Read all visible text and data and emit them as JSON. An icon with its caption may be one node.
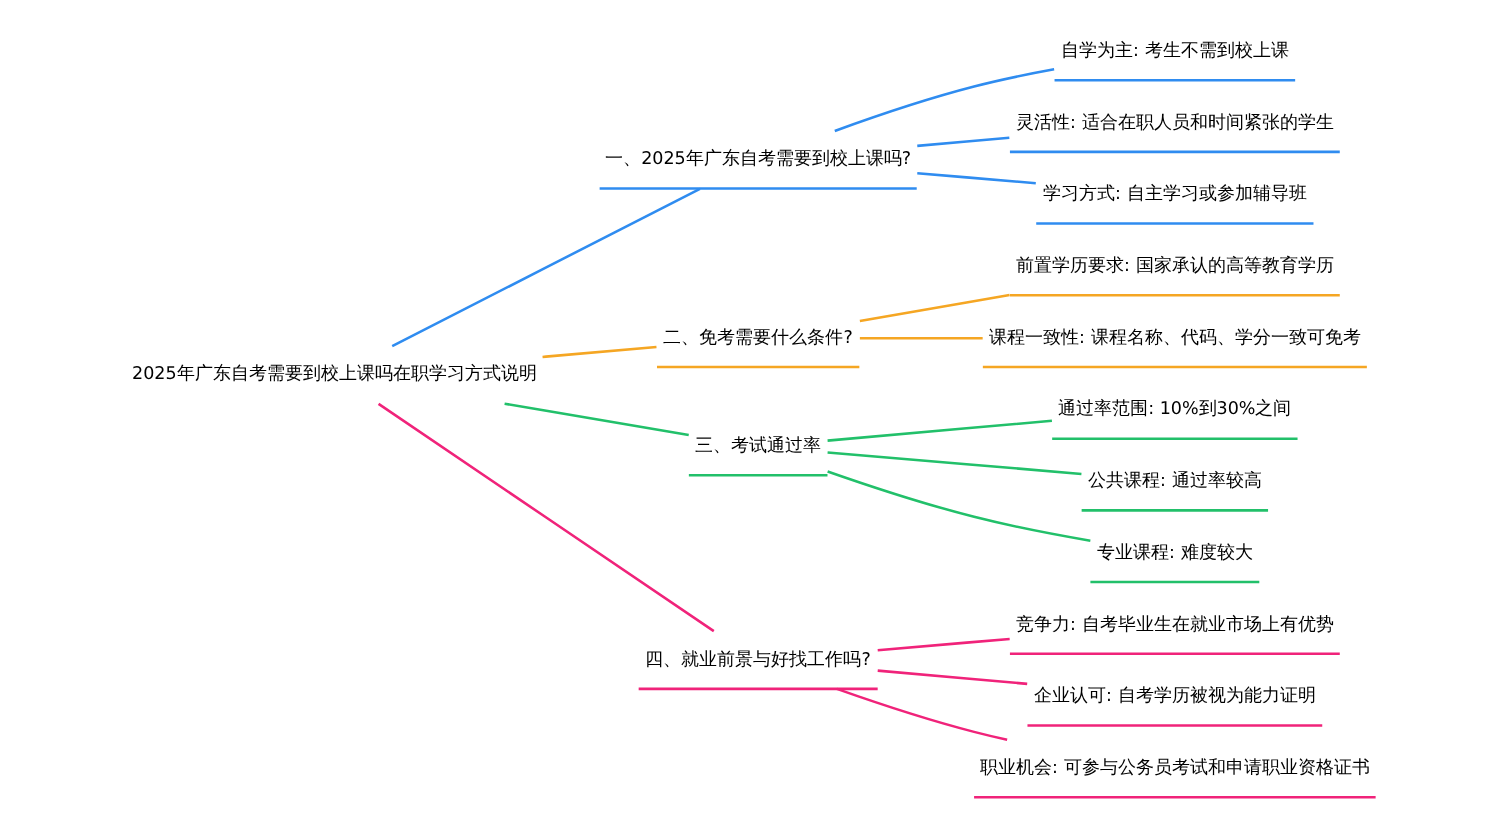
{
  "diagram": {
    "nodes": [
      {
        "text": [
          "2025年广东自考需要到校上课吗在职学习方式说明"
        ]
      },
      {
        "text": [
          "一、2025年广东自考需要到校上课吗?"
        ]
      },
      {
        "text": [
          "自学为主: 考生不需到校上课"
        ]
      },
      {
        "text": [
          "灵活性: 适合在职人员和时间紧张的学生"
        ]
      },
      {
        "text": [
          "学习方式: 自主学习或参加辅导班"
        ]
      },
      {
        "text": [
          "二、免考需要什么条件?"
        ]
      },
      {
        "text": [
          "前置学历要求: 国家承认的高等教育学历"
        ]
      },
      {
        "text": [
          "课程一致性: 课程名称、代码、学分一致可免考"
        ]
      },
      {
        "text": [
          "三、考试通过率"
        ]
      },
      {
        "text": [
          "通过率范围: 10%到30%之间"
        ]
      },
      {
        "text": [
          "公共课程: 通过率较高"
        ]
      },
      {
        "text": [
          "专业课程: 难度较大"
        ]
      },
      {
        "text": [
          "四、就业前景与好找工作吗?"
        ]
      },
      {
        "text": [
          "竞争力: 自考毕业生在就业市场上有优势"
        ]
      },
      {
        "text": [
          "企业认可: 自考学历被视为能力证明"
        ]
      },
      {
        "text": [
          "职业机会: 可参与公务员考试和申请职业资格证书"
        ]
      }
    ],
    "edges": [
      {
        "from": 0,
        "to": 1,
        "arrow": "none",
        "color": "#2f8cf0"
      },
      {
        "from": 1,
        "to": 2,
        "arrow": "none",
        "color": "#2f8cf0"
      },
      {
        "from": 1,
        "to": 3,
        "arrow": "none",
        "color": "#2f8cf0"
      },
      {
        "from": 1,
        "to": 4,
        "arrow": "none",
        "color": "#2f8cf0"
      },
      {
        "from": 0,
        "to": 5,
        "arrow": "none",
        "color": "#f5a623"
      },
      {
        "from": 5,
        "to": 6,
        "arrow": "none",
        "color": "#f5a623"
      },
      {
        "from": 5,
        "to": 7,
        "arrow": "none",
        "color": "#f5a623"
      },
      {
        "from": 0,
        "to": 8,
        "arrow": "none",
        "color": "#22c06a"
      },
      {
        "from": 8,
        "to": 9,
        "arrow": "none",
        "color": "#22c06a"
      },
      {
        "from": 8,
        "to": 10,
        "arrow": "none",
        "color": "#22c06a"
      },
      {
        "from": 8,
        "to": 11,
        "arrow": "none",
        "color": "#22c06a"
      },
      {
        "from": 0,
        "to": 12,
        "arrow": "none",
        "color": "#f0237a"
      },
      {
        "from": 12,
        "to": 13,
        "arrow": "none",
        "color": "#f0237a"
      },
      {
        "from": 12,
        "to": 14,
        "arrow": "none",
        "color": "#f0237a"
      },
      {
        "from": 12,
        "to": 15,
        "arrow": "none",
        "color": "#f0237a"
      }
    ]
  }
}
